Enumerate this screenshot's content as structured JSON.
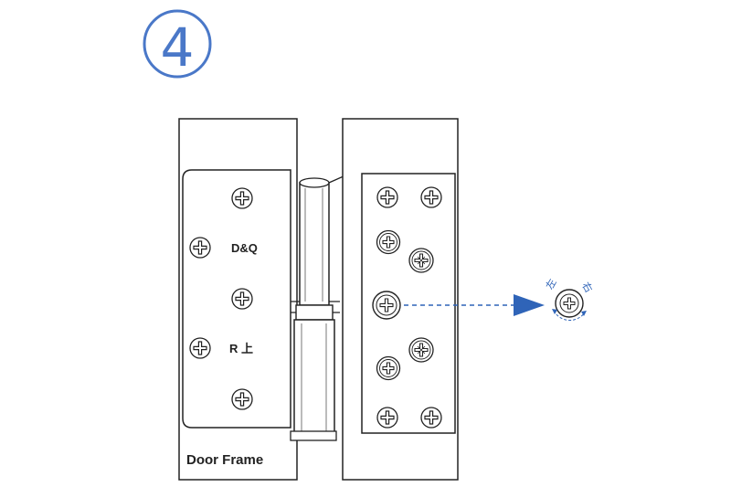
{
  "step_number": "4",
  "labels": {
    "frame_label": "Door Frame",
    "brand_mark": "D&Q",
    "side_mark": "R 上"
  },
  "adjust_detail": {
    "left_char": "左",
    "right_char": "右"
  },
  "colors": {
    "line": "#222222",
    "accent_blue": "#2f64b8",
    "step_circle": "#4a78c8",
    "plate_fill": "#ffffff"
  }
}
